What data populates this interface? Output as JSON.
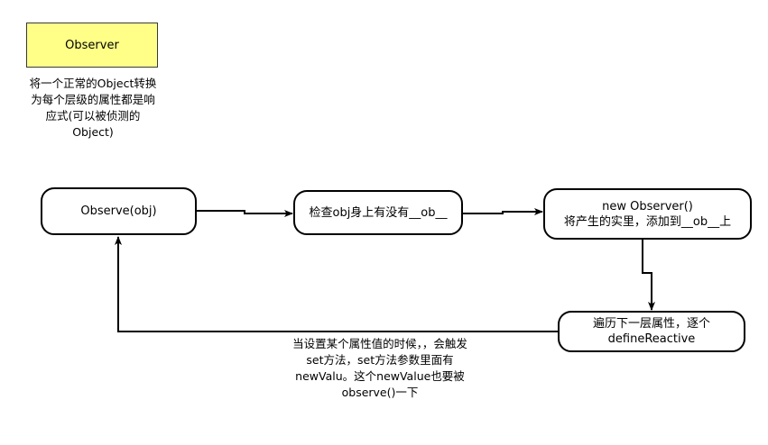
{
  "legend": {
    "title": "Observer",
    "description_lines": [
      "将一个正常的Object转换",
      "为每个层级的属性都是响",
      "应式(可以被侦测的",
      "Object)"
    ]
  },
  "nodes": {
    "observe": {
      "label": "Observe(obj)"
    },
    "check_ob": {
      "label": "检查obj身上有没有__ob__"
    },
    "new_observer": {
      "line1": "new Observer()",
      "line2": "将产生的实里，添加到__ob__上"
    },
    "traverse": {
      "line1": "遍历下一层属性，逐个",
      "line2": "defineReactive"
    }
  },
  "note": {
    "lines": [
      "当设置某个属性值的时候，，会触发",
      "set方法，set方法参数里面有",
      "newValu。这个newValue也要被",
      "observe()一下"
    ]
  },
  "colors": {
    "legend_fill": "#ffff88",
    "legend_border": "#36393d",
    "stroke": "#000000"
  }
}
